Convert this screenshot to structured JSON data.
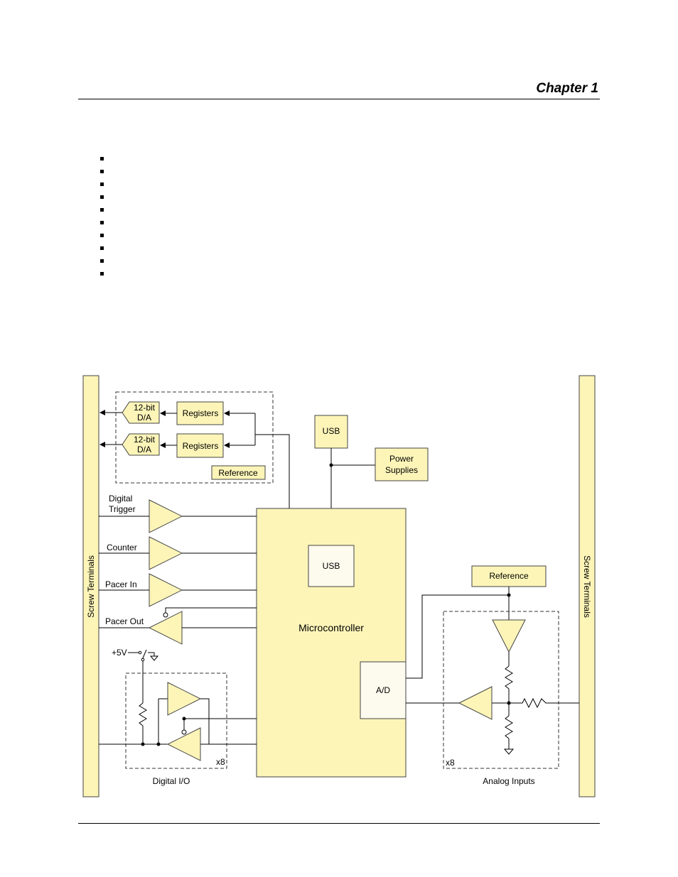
{
  "header": {
    "chapter": "Chapter 1"
  },
  "bullet_count": 10,
  "diagram": {
    "screw_terminals_left": "Screw Terminals",
    "screw_terminals_right": "Screw Terminals",
    "dac_1_line1": "12-bit",
    "dac_1_line2": "D/A",
    "dac_2_line1": "12-bit",
    "dac_2_line2": "D/A",
    "registers_1": "Registers",
    "registers_2": "Registers",
    "reference_top": "Reference",
    "usb_top": "USB",
    "power_supplies_line1": "Power",
    "power_supplies_line2": "Supplies",
    "digital_trigger_line1": "Digital",
    "digital_trigger_line2": "Trigger",
    "counter": "Counter",
    "pacer_in": "Pacer In",
    "pacer_out": "Pacer Out",
    "usb_inner": "USB",
    "microcontroller": "Microcontroller",
    "ad": "A/D",
    "reference_right": "Reference",
    "plus5v": "+5V",
    "x8_left": "x8",
    "x8_right": "x8",
    "digital_io": "Digital I/O",
    "analog_inputs": "Analog Inputs"
  },
  "colors": {
    "block_fill": "#fdf5b8",
    "inner_fill": "#fdfbee"
  }
}
